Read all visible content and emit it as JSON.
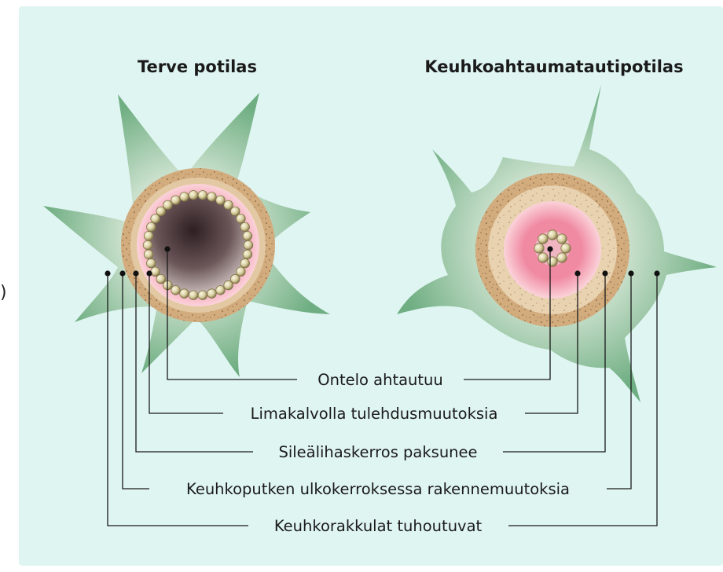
{
  "edge_glyph": ")",
  "titles": {
    "left": "Terve potilas",
    "right": "Keuhkoahtaumatautipotilas"
  },
  "labels": [
    "Ontelo ahtautuu",
    "Limakalvolla tulehdusmuutoksia",
    "Sileälihaskerros paksunee",
    "Keuhkoputken ulkokerroksessa rakennemuutoksia",
    "Keuhkorakkulat tuhoutuvat"
  ],
  "colors": {
    "background": "#dff5f2",
    "tissue_green": "#8cbf98",
    "outer_layer": "#d3ac7e",
    "smooth_muscle": "#e8d2b0",
    "mucosa_pink": "#f7b9c7",
    "lumen": "#5d4a4c",
    "gland_bead": "#d8d0a6"
  }
}
